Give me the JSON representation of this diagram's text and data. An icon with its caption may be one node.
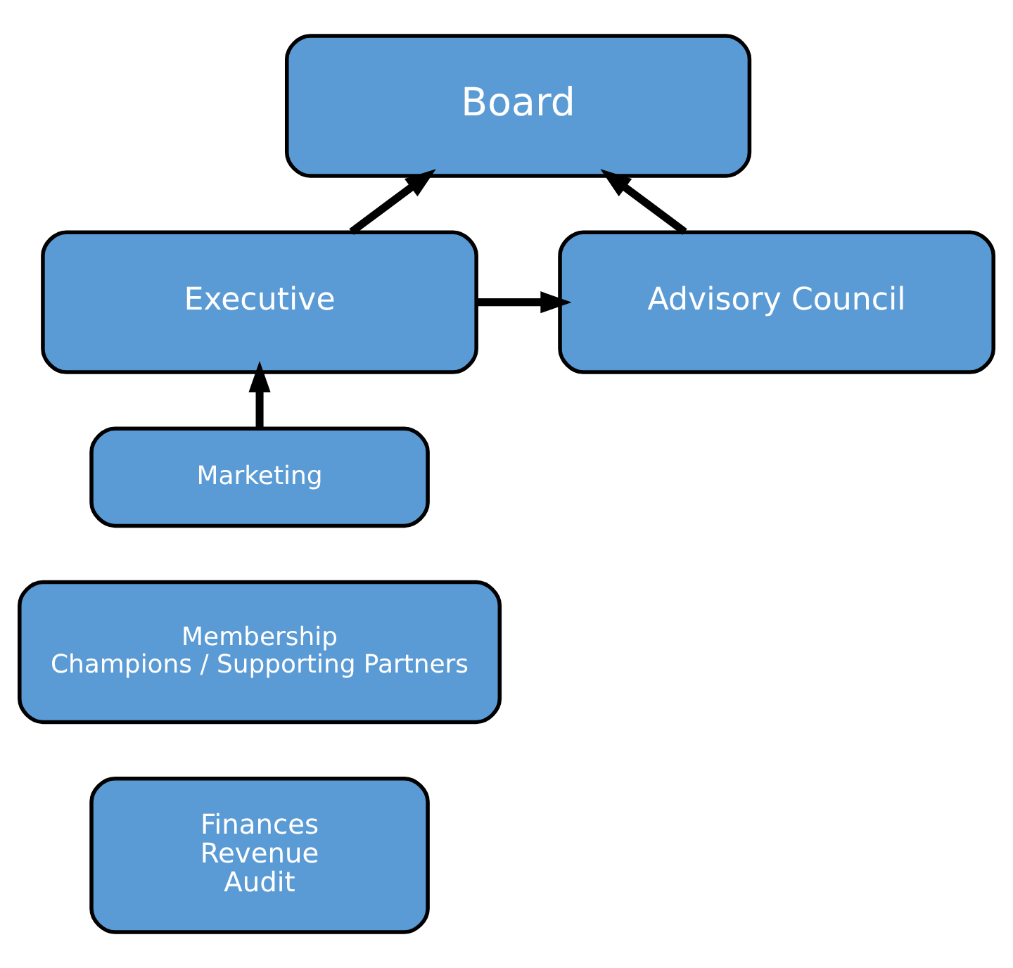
{
  "diagram": {
    "nodes": [
      {
        "text": [
          "Board"
        ]
      },
      {
        "text": [
          "Executive"
        ]
      },
      {
        "text": [
          "Advisory Council"
        ]
      },
      {
        "text": [
          "Marketing"
        ]
      },
      {
        "text": [
          "Membership",
          "Champions / Supporting Partners"
        ]
      },
      {
        "text": [
          "Finances",
          "Revenue",
          "Audit"
        ]
      }
    ],
    "edges": [
      {
        "from": 1,
        "to": 0,
        "arrow": "to"
      },
      {
        "from": 2,
        "to": 0,
        "arrow": "to"
      },
      {
        "from": 1,
        "to": 2,
        "arrow": "to"
      },
      {
        "from": 3,
        "to": 1,
        "arrow": "to"
      }
    ]
  }
}
